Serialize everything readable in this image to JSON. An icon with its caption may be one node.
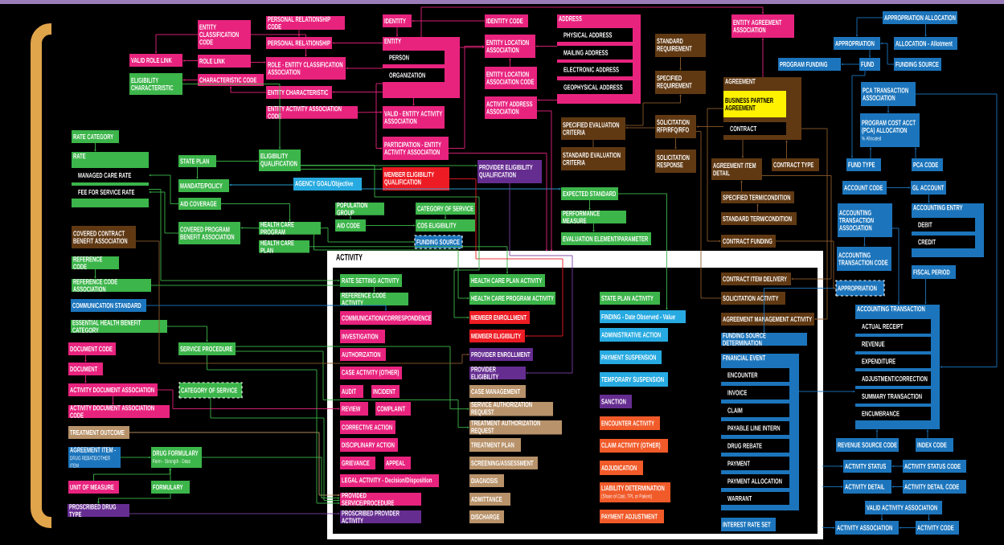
{
  "diagram": {
    "nodes": [
      {
        "text": [
          "ENTITY CLASSIFICATION CODE"
        ]
      },
      {
        "text": [
          "PERSONAL RELATIONSHIP CODE"
        ]
      },
      {
        "text": [
          "PERSONAL RELATIONSHIP"
        ]
      },
      {
        "text": [
          "VALID ROLE LINK"
        ]
      },
      {
        "text": [
          "ROLE LINK"
        ]
      },
      {
        "text": [
          "ROLE - ENTITY CLASSIFICATION ASSOCIATION"
        ]
      },
      {
        "text": [
          "ELIGIBILITY CHARACTERISTIC"
        ]
      },
      {
        "text": [
          "CHARACTERISTIC CODE"
        ]
      },
      {
        "text": [
          "ENTITY CHARACTERISTIC"
        ]
      },
      {
        "text": [
          "ENTITY ACTIVITY ASSOCIATION CODE"
        ]
      },
      {
        "text": [
          "IDENTITY"
        ]
      },
      {
        "text": [
          "IDENTITY CODE"
        ]
      },
      {
        "text": [
          "ENTITY"
        ]
      },
      {
        "text": [
          "PERSON"
        ],
        "in": 12
      },
      {
        "text": [
          "ORGANIZATION"
        ],
        "in": 12
      },
      {
        "text": [
          "ENTITY LOCATION ASSOCIATION"
        ]
      },
      {
        "text": [
          "ADDRESS"
        ]
      },
      {
        "text": [
          "PHYSICAL ADDRESS"
        ],
        "in": 16
      },
      {
        "text": [
          "MAILING ADDRESS"
        ],
        "in": 16
      },
      {
        "text": [
          "ELECTRONIC ADDRESS"
        ],
        "in": 16
      },
      {
        "text": [
          "GEOPHYSICAL ADDRESS"
        ],
        "in": 16
      },
      {
        "text": [
          "ENTITY LOCATION ASSOCIATION CODE"
        ]
      },
      {
        "text": [
          "ACTIVITY ADDRESS ASSOCIATION"
        ]
      },
      {
        "text": [
          "VALID - ENTITY ACTIVITY ASSOCIATION"
        ]
      },
      {
        "text": [
          "ENTITY AGREEMENT ASSOCIATION"
        ]
      },
      {
        "text": [
          "STANDARD REQUIREMENT"
        ]
      },
      {
        "text": [
          "SPECIFIED REQUIREMENT"
        ]
      },
      {
        "text": [
          "APPROPRIATION ALLOCATION"
        ]
      },
      {
        "text": [
          "APPROPRIATION"
        ]
      },
      {
        "text": [
          "ALLOCATION - Allotment"
        ]
      },
      {
        "text": [
          "PROGRAM FUNDING"
        ]
      },
      {
        "text": [
          "FUND"
        ]
      },
      {
        "text": [
          "FUNDING SOURCE"
        ]
      },
      {
        "text": [
          "AGREEMENT"
        ]
      },
      {
        "text": [
          "BUSINESS PARTNER AGREEMENT"
        ],
        "in": 33
      },
      {
        "text": [
          "CONTRACT"
        ],
        "in": 33
      },
      {
        "text": [
          "PCA TRANSACTION ASSOCIATION"
        ]
      },
      {
        "text": [
          "PROGRAM COST ACCT (PCA) ALLOCATION",
          "% Allocated"
        ]
      },
      {
        "text": [
          "SPECIFIED EVALUATION CRITERIA"
        ]
      },
      {
        "text": [
          "SOLICITATION RFP/RFQ/RFO"
        ]
      },
      {
        "text": [
          "PARTICIPATION - ENTITY ACTIVITY ASSOCIATION"
        ]
      },
      {
        "text": [
          "RATE CATEGORY"
        ]
      },
      {
        "text": [
          "STANDARD EVALUATION CRITERIA"
        ]
      },
      {
        "text": [
          "SOLICITATION RESPONSE"
        ]
      },
      {
        "text": [
          "ELIGIBILITY QUALIFICATION"
        ]
      },
      {
        "text": [
          "RATE"
        ]
      },
      {
        "text": [
          "MANAGED CARE RATE"
        ],
        "in": 45
      },
      {
        "text": [
          "FEE FOR SERVICE RATE"
        ],
        "in": 45
      },
      {
        "text": [
          "STATE PLAN"
        ]
      },
      {
        "text": [
          "PROVIDER ELIGIBILITY QUALIFICATION"
        ]
      },
      {
        "text": [
          "AGREEMENT ITEM DETAIL"
        ]
      },
      {
        "text": [
          "CONTRACT TYPE"
        ]
      },
      {
        "text": [
          "FUND TYPE"
        ]
      },
      {
        "text": [
          "PCA CODE"
        ]
      },
      {
        "text": [
          "MEMBER ELIGIBILITY QUALIFICATION"
        ]
      },
      {
        "text": [
          "MANDATE/POLICY"
        ]
      },
      {
        "text": [
          "AGENCY GOAL/Objective"
        ]
      },
      {
        "text": [
          "ACCOUNT CODE"
        ]
      },
      {
        "text": [
          "GL ACCOUNT"
        ]
      },
      {
        "text": [
          "EXPECTED STANDARD"
        ]
      },
      {
        "text": [
          "SPECIFIED TERM/CONDITION"
        ]
      },
      {
        "text": [
          "AID COVERAGE"
        ]
      },
      {
        "text": [
          "POPULATION GROUP"
        ]
      },
      {
        "text": [
          "CATEGORY OF SERVICE"
        ]
      },
      {
        "text": [
          "ACCOUNTING TRANSACTION ASSOCIATION"
        ]
      },
      {
        "text": [
          "ACCOUNTING ENTRY"
        ]
      },
      {
        "text": [
          "DEBIT"
        ],
        "in": 65
      },
      {
        "text": [
          "CREDIT"
        ],
        "in": 65
      },
      {
        "text": [
          "PERFORMANCE MEASURE"
        ]
      },
      {
        "text": [
          "STANDARD TERM/CONDITION"
        ]
      },
      {
        "text": [
          "COVERED PROGRAM BENEFIT ASSOCIATION"
        ]
      },
      {
        "text": [
          "HEALTH CARE PROGRAM"
        ]
      },
      {
        "text": [
          "AID CODE"
        ]
      },
      {
        "text": [
          "COS ELIGIBILITY"
        ]
      },
      {
        "text": [
          "COVERED CONTRACT BENEFIT ASSOCIATION"
        ]
      },
      {
        "text": [
          "EVALUATION ELEMENT/PARAMETER"
        ]
      },
      {
        "text": [
          "CONTRACT FUNDING"
        ]
      },
      {
        "text": [
          "FUNDING SOURCE"
        ]
      },
      {
        "text": [
          "HEALTH CARE PLAN"
        ]
      },
      {
        "text": [
          "ACCOUNTING TRANSACTION CODE"
        ]
      },
      {
        "text": [
          "REFERENCE CODE"
        ]
      },
      {
        "text": [
          "FISCAL PERIOD"
        ]
      },
      {
        "text": [
          "ACTIVITY"
        ]
      },
      {
        "text": [
          "RATE SETTING ACTIVITY"
        ],
        "in": 82
      },
      {
        "text": [
          "HEALTH CARE PLAN ACTIVITY"
        ],
        "in": 82
      },
      {
        "text": [
          "CONTRACT ITEM DELIVERY"
        ],
        "in": 82
      },
      {
        "text": [
          "REFERENCE CODE ACTIVITY"
        ],
        "in": 82
      },
      {
        "text": [
          "HEALTH CARE PROGRAM ACTIVITY"
        ],
        "in": 82
      },
      {
        "text": [
          "STATE PLAN ACTIVITY"
        ],
        "in": 82
      },
      {
        "text": [
          "SOLICITATION ACTIVITY"
        ],
        "in": 82
      },
      {
        "text": [
          "COMMUNICATION/CORRESPONDENCE"
        ],
        "in": 82
      },
      {
        "text": [
          "MEMBER ENROLLMENT"
        ],
        "in": 82
      },
      {
        "text": [
          "FINDING - Date Observed - Value"
        ],
        "in": 82
      },
      {
        "text": [
          "AGREEMENT MANAGEMENT ACTIVITY"
        ],
        "in": 82
      },
      {
        "text": [
          "INVESTIGATION"
        ],
        "in": 82
      },
      {
        "text": [
          "MEMBER ELIGIBILITY"
        ],
        "in": 82
      },
      {
        "text": [
          "ADMINISTRATIVE ACTION"
        ],
        "in": 82
      },
      {
        "text": [
          "FUNDING SOURCE DETERMINATION"
        ],
        "in": 82
      },
      {
        "text": [
          "AUTHORIZATION"
        ],
        "in": 82
      },
      {
        "text": [
          "PROVIDER ENROLLMENT"
        ],
        "in": 82
      },
      {
        "text": [
          "PAYMENT SUSPENSION"
        ],
        "in": 82
      },
      {
        "text": [
          "FINANCIAL EVENT"
        ],
        "in": 82
      },
      {
        "text": [
          "ENCOUNTER"
        ],
        "in": 101
      },
      {
        "text": [
          "INVOICE"
        ],
        "in": 101
      },
      {
        "text": [
          "CLAIM"
        ],
        "in": 101
      },
      {
        "text": [
          "PAYABLE LINE INTERN"
        ],
        "in": 101
      },
      {
        "text": [
          "DRUG REBATE"
        ],
        "in": 101
      },
      {
        "text": [
          "PAYMENT"
        ],
        "in": 101
      },
      {
        "text": [
          "PAYMENT ALLOCATION"
        ],
        "in": 101
      },
      {
        "text": [
          "WARRANT"
        ],
        "in": 101
      },
      {
        "text": [
          "CASE ACTIVITY (OTHER)"
        ],
        "in": 82
      },
      {
        "text": [
          "PROVIDER ELIGIBILITY"
        ],
        "in": 82
      },
      {
        "text": [
          "TEMPORARY SUSPENSION"
        ],
        "in": 82
      },
      {
        "text": [
          "AUDIT"
        ],
        "in": 82
      },
      {
        "text": [
          "INCIDENT"
        ],
        "in": 82
      },
      {
        "text": [
          "CASE MANAGEMENT"
        ],
        "in": 82
      },
      {
        "text": [
          "SANCTION"
        ],
        "in": 82
      },
      {
        "text": [
          "REVIEW"
        ],
        "in": 82
      },
      {
        "text": [
          "COMPLAINT"
        ],
        "in": 82
      },
      {
        "text": [
          "SERVICE AUTHORIZATION REQUEST"
        ],
        "in": 82
      },
      {
        "text": [
          "ENCOUNTER ACTIVITY"
        ],
        "in": 82
      },
      {
        "text": [
          "CORRECTIVE ACTION"
        ],
        "in": 82
      },
      {
        "text": [
          "TREATMENT AUTHORIZATION REQUEST"
        ],
        "in": 82
      },
      {
        "text": [
          "DISCIPLINARY ACTION"
        ],
        "in": 82
      },
      {
        "text": [
          "TREATMENT PLAN"
        ],
        "in": 82
      },
      {
        "text": [
          "CLAIM ACTIVITY (OTHER)"
        ],
        "in": 82
      },
      {
        "text": [
          "GRIEVANCE"
        ],
        "in": 82
      },
      {
        "text": [
          "APPEAL"
        ],
        "in": 82
      },
      {
        "text": [
          "SCREENING/ASSESSMENT"
        ],
        "in": 82
      },
      {
        "text": [
          "ADJUDICATION"
        ],
        "in": 82
      },
      {
        "text": [
          "LEGAL ACTIVITY - Decision/Disposition"
        ],
        "in": 82
      },
      {
        "text": [
          "DIAGNOSIS"
        ],
        "in": 82
      },
      {
        "text": [
          "LIABILITY DETERMINATION",
          "(Share of Cost, TPL or Patient)"
        ],
        "in": 82
      },
      {
        "text": [
          "PROVIDED SERVICE/PROCEDURE"
        ],
        "in": 82
      },
      {
        "text": [
          "ADMITTANCE"
        ],
        "in": 82
      },
      {
        "text": [
          "PROSCRIBED PROVIDER ACTIVITY"
        ],
        "in": 82
      },
      {
        "text": [
          "DISCHARGE"
        ],
        "in": 82
      },
      {
        "text": [
          "PAYMENT ADJUSTMENT"
        ],
        "in": 82
      },
      {
        "text": [
          "INTEREST RATE SET"
        ],
        "in": 82
      },
      {
        "text": [
          "REFERENCE CODE ASSOCIATION"
        ]
      },
      {
        "text": [
          "APPROPRIATION"
        ]
      },
      {
        "text": [
          "COMMUNICATION STANDARD"
        ]
      },
      {
        "text": [
          "ACCOUNTING TRANSACTION"
        ]
      },
      {
        "text": [
          "ACTUAL RECEIPT"
        ],
        "in": 142
      },
      {
        "text": [
          "REVENUE"
        ],
        "in": 142
      },
      {
        "text": [
          "EXPENDITURE"
        ],
        "in": 142
      },
      {
        "text": [
          "ADJUSTMENT/CORRECTION"
        ],
        "in": 142
      },
      {
        "text": [
          "SUMMARY TRANSACTION"
        ],
        "in": 142
      },
      {
        "text": [
          "ENCUMBRANCE"
        ],
        "in": 142
      },
      {
        "text": [
          "ESSENTIAL HEALTH BENEFIT CATEGORY"
        ]
      },
      {
        "text": [
          "DOCUMENT CODE"
        ]
      },
      {
        "text": [
          "SERVICE PROCEDURE"
        ]
      },
      {
        "text": [
          "DOCUMENT"
        ]
      },
      {
        "text": [
          "ACTIVITY DOCUMENT ASSOCIATION"
        ]
      },
      {
        "text": [
          "CATEGORY OF SERVICE"
        ]
      },
      {
        "text": [
          "ACTIVITY DOCUMENT ASSOCIATION CODE"
        ]
      },
      {
        "text": [
          "TREATMENT OUTCOME"
        ]
      },
      {
        "text": [
          "AGREEMENT ITEM -",
          "DRUG REBATE/OTHER ITEM"
        ]
      },
      {
        "text": [
          "DRUG FORMULARY",
          "Form - Strength - Dose"
        ]
      },
      {
        "text": [
          "REVENUE SOURCE CODE"
        ]
      },
      {
        "text": [
          "INDEX CODE"
        ]
      },
      {
        "text": [
          "ACTIVITY STATUS"
        ]
      },
      {
        "text": [
          "ACTIVITY STATUS CODE"
        ]
      },
      {
        "text": [
          "ACTIVITY DETAIL"
        ]
      },
      {
        "text": [
          "ACTIVITY DETAIL CODE"
        ]
      },
      {
        "text": [
          "UNIT OF MEASURE"
        ]
      },
      {
        "text": [
          "FORMULARY"
        ]
      },
      {
        "text": [
          "VALID ACTIVITY ASSOCIATION"
        ]
      },
      {
        "text": [
          "PROSCRIBED DRUG TYPE"
        ]
      },
      {
        "text": [
          "ACTIVITY ASSOCIATION"
        ]
      },
      {
        "text": [
          "ACTIVITY CODE"
        ]
      }
    ],
    "edges": [
      {
        "from": 0,
        "to": 3,
        "arrow": "to",
        "color": "#e8237e"
      },
      {
        "from": 4,
        "to": 3,
        "arrow": "to",
        "color": "#e8237e"
      },
      {
        "from": 0,
        "to": 5,
        "arrow": "to",
        "color": "#e8237e"
      },
      {
        "from": 4,
        "to": 5,
        "arrow": "to",
        "color": "#e8237e"
      },
      {
        "from": 1,
        "to": 2,
        "arrow": "to",
        "color": "#e8237e"
      },
      {
        "from": 7,
        "to": 6,
        "arrow": "to",
        "color": "#e8237e"
      },
      {
        "from": 8,
        "to": 7,
        "arrow": "to",
        "color": "#e8237e"
      },
      {
        "from": 6,
        "to": 44,
        "arrow": "to"
      },
      {
        "from": 41,
        "to": 45,
        "arrow": "to"
      },
      {
        "from": 48,
        "to": 44,
        "arrow": "to"
      },
      {
        "from": 48,
        "to": 55,
        "arrow": "to"
      },
      {
        "from": 56,
        "to": 55,
        "arrow": "to",
        "color": "#27aae1"
      },
      {
        "from": 12,
        "to": 2,
        "arrow": "to",
        "color": "#e8237e"
      },
      {
        "from": 12,
        "to": 5,
        "arrow": "to",
        "color": "#e8237e"
      },
      {
        "from": 12,
        "to": 8,
        "arrow": "to",
        "color": "#e8237e"
      },
      {
        "from": 10,
        "to": 12,
        "arrow": "to",
        "color": "#e8237e"
      },
      {
        "from": 11,
        "to": 10,
        "arrow": "to",
        "color": "#e8237e"
      },
      {
        "from": 12,
        "to": 23,
        "arrow": "to",
        "color": "#e8237e"
      },
      {
        "from": 9,
        "to": 23,
        "arrow": "to",
        "color": "#e8237e"
      },
      {
        "from": 12,
        "to": 40,
        "arrow": "to",
        "color": "#e8237e"
      },
      {
        "from": 21,
        "to": 15,
        "arrow": "to",
        "color": "#e8237e"
      },
      {
        "from": 16,
        "to": 15,
        "arrow": "to",
        "color": "#e8237e"
      },
      {
        "from": 12,
        "to": 15,
        "arrow": "to",
        "color": "#e8237e"
      },
      {
        "from": 40,
        "to": 15,
        "arrow": "to",
        "color": "#e8237e"
      },
      {
        "from": 16,
        "to": 22,
        "arrow": "to",
        "color": "#e8237e"
      },
      {
        "from": 44,
        "to": 54,
        "arrow": "to"
      },
      {
        "from": 44,
        "to": 49,
        "arrow": "to"
      },
      {
        "from": 56,
        "to": 59,
        "arrow": "to",
        "color": "#27aae1"
      },
      {
        "from": 59,
        "to": 68,
        "arrow": "to"
      },
      {
        "from": 68,
        "to": 75,
        "arrow": "to"
      },
      {
        "from": 25,
        "to": 26,
        "arrow": "to",
        "color": "#8b5a2b"
      },
      {
        "from": 38,
        "to": 26,
        "arrow": "to",
        "color": "#8b5a2b"
      },
      {
        "from": 39,
        "to": 38,
        "arrow": "to",
        "color": "#8b5a2b"
      },
      {
        "from": 39,
        "to": 43,
        "arrow": "to",
        "color": "#8b5a2b"
      },
      {
        "from": 38,
        "to": 42,
        "arrow": "none",
        "color": "#8b5a2b"
      },
      {
        "from": 12,
        "to": 24,
        "arrow": "to",
        "color": "#e8237e"
      },
      {
        "from": 33,
        "to": 24,
        "arrow": "to",
        "color": "#e8237e"
      },
      {
        "from": 33,
        "to": 50,
        "arrow": "to",
        "color": "#8b5a2b"
      },
      {
        "from": 51,
        "to": 33,
        "arrow": "to",
        "color": "#8b5a2b"
      },
      {
        "from": 33,
        "to": 39,
        "arrow": "to",
        "color": "#8b5a2b"
      },
      {
        "from": 60,
        "to": 50,
        "arrow": "to",
        "color": "#8b5a2b"
      },
      {
        "from": 69,
        "to": 60,
        "arrow": "to",
        "color": "#8b5a2b"
      },
      {
        "from": 33,
        "to": 76,
        "arrow": "to",
        "color": "#8b5a2b"
      },
      {
        "from": 27,
        "to": 28,
        "arrow": "to",
        "color": "#1c75bc"
      },
      {
        "from": 27,
        "to": 29,
        "arrow": "to",
        "color": "#1c75bc"
      },
      {
        "from": 32,
        "to": 28,
        "arrow": "to",
        "color": "#1c75bc"
      },
      {
        "from": 28,
        "to": 31,
        "arrow": "to",
        "color": "#1c75bc"
      },
      {
        "from": 31,
        "to": 30,
        "arrow": "to",
        "color": "#1c75bc"
      },
      {
        "from": 36,
        "to": 37,
        "arrow": "to",
        "color": "#1c75bc"
      },
      {
        "from": 52,
        "to": 37,
        "arrow": "to",
        "color": "#1c75bc"
      },
      {
        "from": 53,
        "to": 37,
        "arrow": "to",
        "color": "#1c75bc"
      },
      {
        "from": 31,
        "to": 52,
        "arrow": "to",
        "color": "#1c75bc"
      },
      {
        "from": 57,
        "to": 58,
        "arrow": "to",
        "color": "#1c75bc"
      },
      {
        "from": 58,
        "to": 65,
        "arrow": "to",
        "color": "#1c75bc"
      },
      {
        "from": 64,
        "to": 79,
        "arrow": "to",
        "color": "#1c75bc"
      },
      {
        "from": 64,
        "to": 142,
        "arrow": "to",
        "color": "#1c75bc"
      },
      {
        "from": 81,
        "to": 142,
        "arrow": "to",
        "color": "#1c75bc"
      },
      {
        "from": 36,
        "to": 142,
        "arrow": "to",
        "color": "#1c75bc"
      },
      {
        "from": 159,
        "to": 142,
        "arrow": "to",
        "color": "#1c75bc"
      },
      {
        "from": 160,
        "to": 142,
        "arrow": "to",
        "color": "#1c75bc"
      },
      {
        "from": 101,
        "to": 142,
        "arrow": "to",
        "color": "#1c75bc"
      },
      {
        "from": 140,
        "to": 97,
        "arrow": "to",
        "color": "#1c75bc"
      },
      {
        "from": 162,
        "to": 161,
        "arrow": "to",
        "color": "#1c75bc"
      },
      {
        "from": 82,
        "to": 161,
        "arrow": "to",
        "color": "#1c75bc"
      },
      {
        "from": 164,
        "to": 163,
        "arrow": "to",
        "color": "#1c75bc"
      },
      {
        "from": 82,
        "to": 163,
        "arrow": "to",
        "color": "#1c75bc"
      },
      {
        "from": 167,
        "to": 169,
        "arrow": "to",
        "color": "#1c75bc"
      },
      {
        "from": 167,
        "to": 170,
        "arrow": "to",
        "color": "#1c75bc"
      },
      {
        "from": 170,
        "to": 169,
        "arrow": "to",
        "color": "#1c75bc"
      },
      {
        "from": 82,
        "to": 169,
        "arrow": "to",
        "color": "#1c75bc"
      },
      {
        "from": 50,
        "to": 85,
        "arrow": "to",
        "color": "#8b5a2b"
      },
      {
        "from": 39,
        "to": 89,
        "arrow": "none",
        "color": "#8b5a2b"
      },
      {
        "from": 33,
        "to": 93,
        "arrow": "to",
        "color": "#8b5a2b"
      },
      {
        "from": 80,
        "to": 139,
        "arrow": "to"
      },
      {
        "from": 141,
        "to": 90,
        "arrow": "to",
        "color": "#1c75bc"
      },
      {
        "from": 149,
        "to": 151,
        "arrow": "to"
      },
      {
        "from": 150,
        "to": 152,
        "arrow": "to",
        "color": "#e8237e"
      },
      {
        "from": 152,
        "to": 153,
        "arrow": "to",
        "color": "#e8237e"
      },
      {
        "from": 153,
        "to": 155,
        "arrow": "to",
        "color": "#e8237e"
      },
      {
        "from": 153,
        "to": 117,
        "arrow": "to",
        "color": "#e8237e"
      },
      {
        "from": 156,
        "to": 133,
        "arrow": "to",
        "color": "#c49a6c"
      },
      {
        "from": 157,
        "to": 158,
        "arrow": "to"
      },
      {
        "from": 165,
        "to": 158,
        "arrow": "to"
      },
      {
        "from": 166,
        "to": 158,
        "arrow": "to"
      },
      {
        "from": 166,
        "to": 168,
        "arrow": "to"
      },
      {
        "from": 168,
        "to": 135,
        "arrow": "to",
        "color": "#7b3fa0"
      },
      {
        "from": 158,
        "to": 133,
        "arrow": "to"
      },
      {
        "from": 154,
        "to": 133,
        "arrow": "to"
      },
      {
        "from": 151,
        "to": 133,
        "arrow": "to"
      },
      {
        "from": 151,
        "to": 119,
        "arrow": "to"
      },
      {
        "from": 151,
        "to": 122,
        "arrow": "to"
      },
      {
        "from": 61,
        "to": 46,
        "arrow": "to"
      },
      {
        "from": 70,
        "to": 47,
        "arrow": "to"
      },
      {
        "from": 71,
        "to": 70,
        "arrow": "to"
      },
      {
        "from": 61,
        "to": 71,
        "arrow": "to"
      },
      {
        "from": 78,
        "to": 84,
        "arrow": "to"
      },
      {
        "from": 71,
        "to": 87,
        "arrow": "to"
      },
      {
        "from": 62,
        "to": 72,
        "arrow": "to"
      },
      {
        "from": 63,
        "to": 73,
        "arrow": "to"
      },
      {
        "from": 72,
        "to": 73,
        "arrow": "to"
      },
      {
        "from": 71,
        "to": 77,
        "arrow": "to"
      },
      {
        "from": 54,
        "to": 95,
        "arrow": "to",
        "color": "#ed1c24"
      },
      {
        "from": 49,
        "to": 111,
        "arrow": "to",
        "color": "#7b3fa0"
      },
      {
        "from": 59,
        "to": 92,
        "arrow": "to"
      },
      {
        "from": 40,
        "to": 82,
        "arrow": "to",
        "color": "#e8237e"
      },
      {
        "from": 22,
        "to": 82,
        "arrow": "to",
        "color": "#e8237e"
      },
      {
        "from": 45,
        "to": 83,
        "arrow": "to"
      },
      {
        "from": 139,
        "to": 86,
        "arrow": "to"
      },
      {
        "from": 74,
        "to": 99,
        "arrow": "to",
        "color": "#8b5a2b"
      },
      {
        "from": 44,
        "to": 91,
        "arrow": "to"
      },
      {
        "from": 76,
        "to": 140,
        "arrow": "to",
        "color": "#8b5a2b"
      }
    ]
  }
}
